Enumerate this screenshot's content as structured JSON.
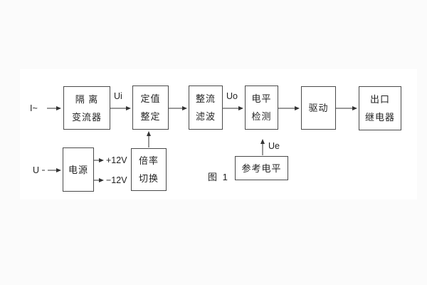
{
  "figure": {
    "caption": "图 1"
  },
  "colors": {
    "line": "#3d3d3d",
    "box_border": "#4a4a4a",
    "text": "#232323",
    "panel_bg": "#ffffff",
    "outer_bg": "#fbfbfb"
  },
  "signal_labels": {
    "input_current": "I~",
    "input_voltage": "U",
    "ui": "Ui",
    "uo": "Uo",
    "ue": "Ue",
    "supply_pos": "+12V",
    "supply_neg": "−12V"
  },
  "blocks": {
    "isolation": {
      "line1": "隔 离",
      "line2": "变流器"
    },
    "setting": {
      "line1": "定值",
      "line2": "整定"
    },
    "rectifier": {
      "line1": "整流",
      "line2": "滤波"
    },
    "level_detect": {
      "line1": "电平",
      "line2": "检测"
    },
    "driver": {
      "line1": "驱动"
    },
    "output_relay": {
      "line1": "出口",
      "line2": "继电器"
    },
    "power": {
      "line1": "电源"
    },
    "ratio_switch": {
      "line1": "倍率",
      "line2": "切换"
    },
    "reference": {
      "line1": "参考电平"
    }
  }
}
